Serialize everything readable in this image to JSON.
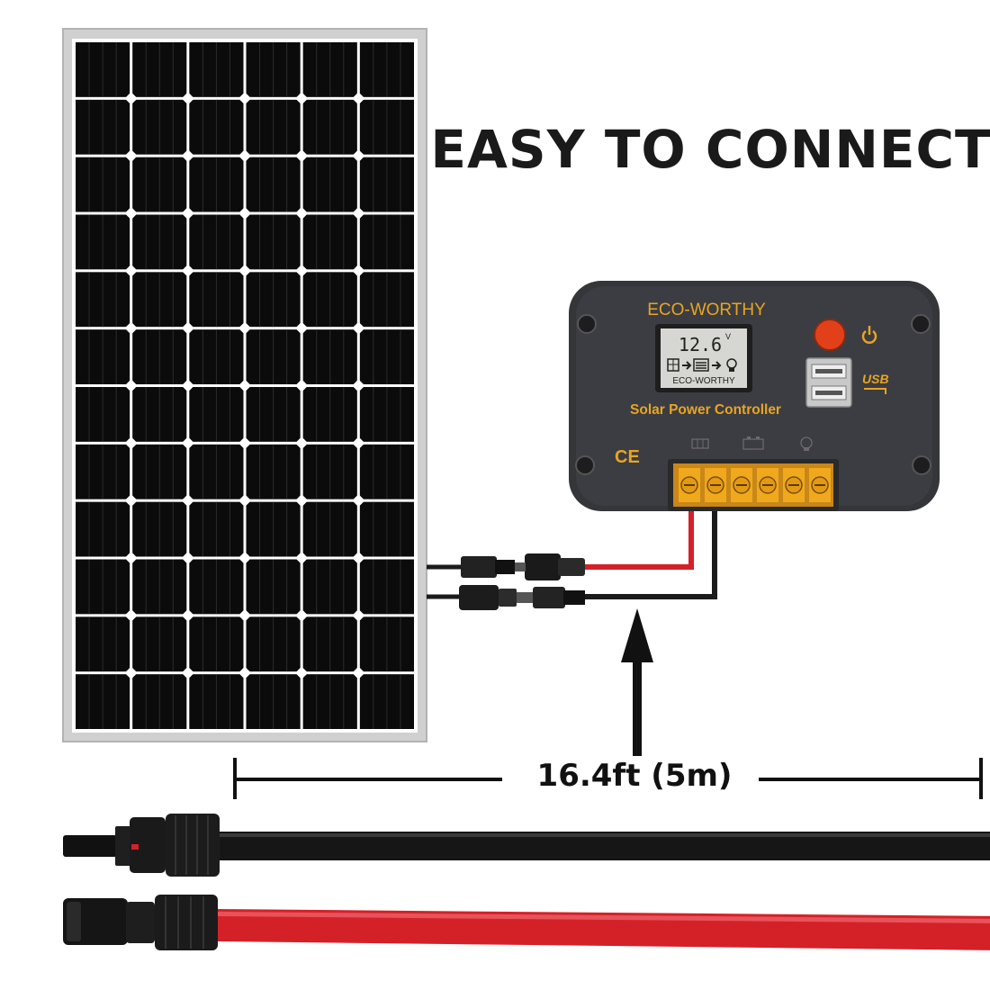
{
  "headline": "EASY TO CONNECT",
  "controller": {
    "brand": "ECO-WORTHY",
    "title": "Solar Power Controller",
    "lcd_voltage": "12.6",
    "lcd_unit": "V",
    "lcd_brand": "ECO-WORTHY",
    "usb_label": "USB",
    "ce_mark": "CE",
    "terminal_count": 6
  },
  "cable": {
    "length_label": "16.4ft (5m)"
  },
  "colors": {
    "panel_frame": "#c9c9c9",
    "panel_cell": "#0b0b0b",
    "controller_body": "#3a3b3f",
    "controller_accent": "#e8a522",
    "power_button": "#e2401a",
    "wire_red": "#d42128",
    "wire_black": "#1b1b1b",
    "terminal_block": "#f0a91c"
  },
  "icons": [
    "power-icon",
    "usb-icon",
    "solar-panel-icon",
    "battery-icon",
    "bulb-icon",
    "arrow-up-icon"
  ]
}
